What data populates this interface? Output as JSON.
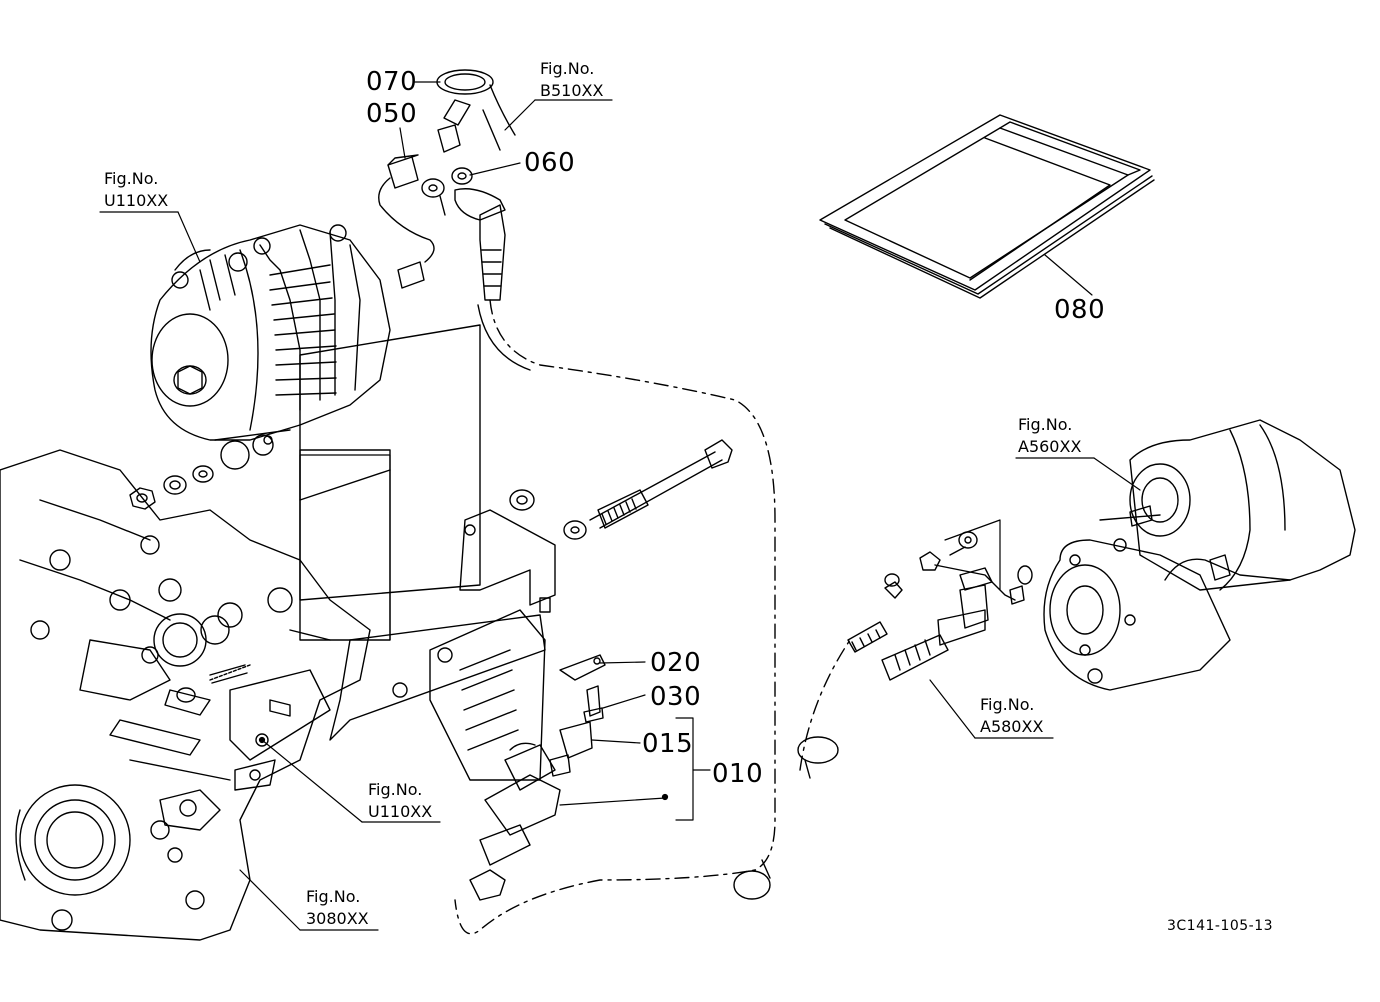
{
  "labels": {
    "fig_no": "Fig.No.",
    "fig_refs": {
      "b510": "B510XX",
      "u110_top": "U110XX",
      "u110_bottom": "U110XX",
      "a560": "A560XX",
      "a580": "A580XX",
      "f3080": "3080XX"
    },
    "parts": {
      "p070": "070",
      "p050": "050",
      "p060": "060",
      "p080": "080",
      "p020": "020",
      "p030": "030",
      "p015": "015",
      "p010": "010"
    },
    "drawing_code": "3C141-105-13"
  },
  "icons": {
    "alternator": "alternator-icon",
    "starter": "starter-motor-icon",
    "engine": "engine-block-icon",
    "manual": "manual-booklet-icon",
    "harness": "wiring-harness-icon"
  },
  "colors": {
    "ink": "#000000",
    "paper": "#ffffff"
  }
}
